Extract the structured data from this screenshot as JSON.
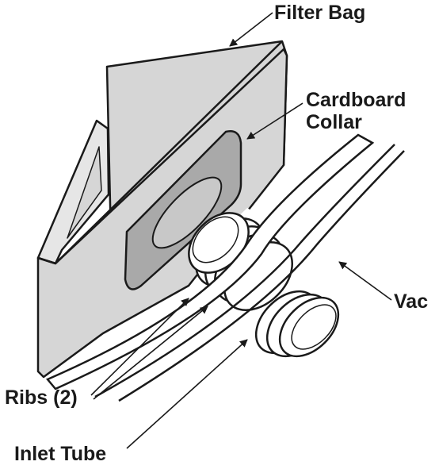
{
  "labels": {
    "filter_bag": "Filter Bag",
    "cardboard_collar_line1": "Cardboard",
    "cardboard_collar_line2": "Collar",
    "vac": "Vac",
    "ribs": "Ribs (2)",
    "inlet_tube": "Inlet Tube"
  },
  "colors": {
    "bag_fill": "#d6d6d6",
    "bag_side": "#e6e6e6",
    "collar_fill": "#a9a9a9",
    "collar_hole": "#c8c8c8",
    "outline": "#1a1a1a",
    "background": "#ffffff"
  }
}
